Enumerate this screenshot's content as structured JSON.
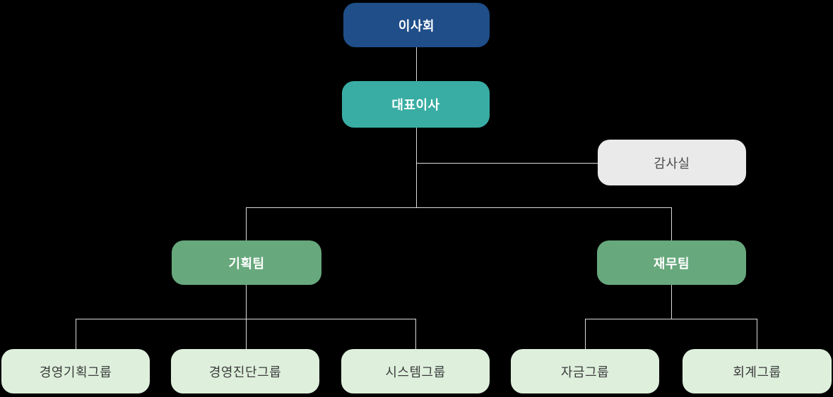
{
  "chart_title": "organization-chart",
  "nodes": {
    "board": {
      "label": "이사회"
    },
    "ceo": {
      "label": "대표이사"
    },
    "audit": {
      "label": "감사실"
    },
    "planning_team": {
      "label": "기획팀"
    },
    "finance_team": {
      "label": "재무팀"
    },
    "mgmt_planning_group": {
      "label": "경영기획그룹"
    },
    "mgmt_diagnosis_group": {
      "label": "경영진단그룹"
    },
    "system_group": {
      "label": "시스템그룹"
    },
    "funds_group": {
      "label": "자금그룹"
    },
    "accounting_group": {
      "label": "회계그룹"
    }
  },
  "hierarchy": {
    "board": [
      "ceo"
    ],
    "ceo": [
      "audit",
      "planning_team",
      "finance_team"
    ],
    "planning_team": [
      "mgmt_planning_group",
      "mgmt_diagnosis_group",
      "system_group"
    ],
    "finance_team": [
      "funds_group",
      "accounting_group"
    ]
  },
  "colors": {
    "background": "#000000",
    "board_fill": "#1F4E89",
    "ceo_fill": "#39ADA4",
    "team_fill": "#67A87D",
    "group_fill": "#DEF0DC",
    "audit_fill": "#EAEAEA",
    "text_on_color": "#FFFFFF",
    "audit_text": "#4C4C4C",
    "group_text": "#3B3B3B",
    "line": "#DBDBDB"
  }
}
